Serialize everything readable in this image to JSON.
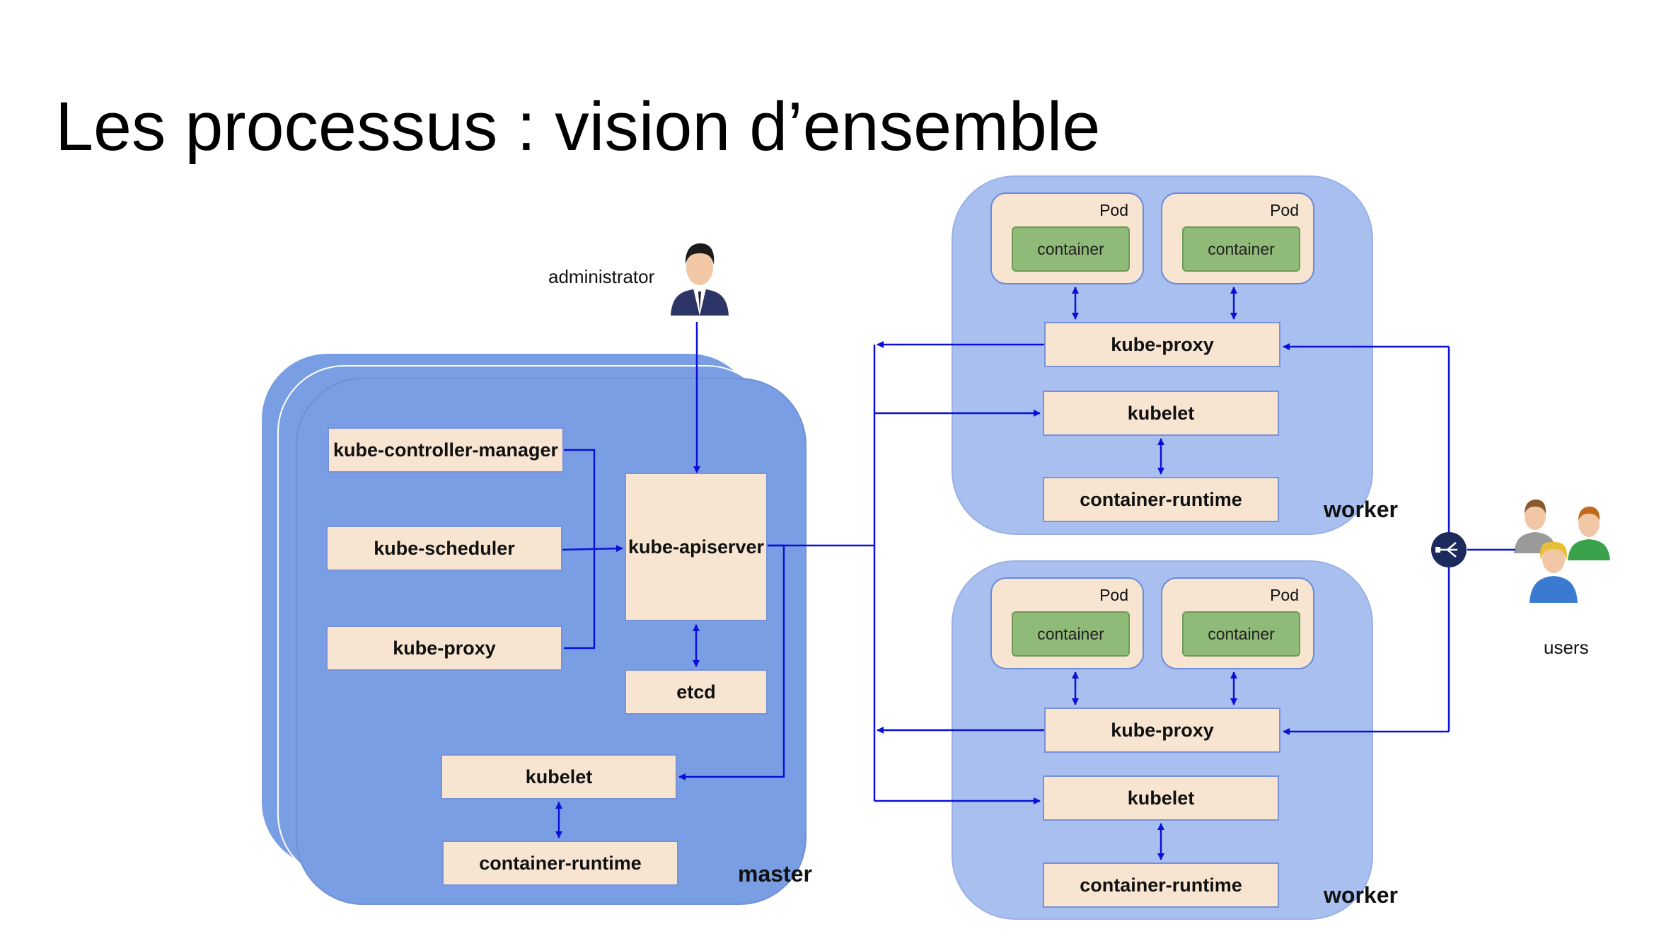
{
  "title": "Les processus : vision d’ensemble",
  "master": {
    "label": "master",
    "controller_manager": "kube-controller-manager",
    "scheduler": "kube-scheduler",
    "proxy": "kube-proxy",
    "apiserver": "kube-apiserver",
    "etcd": "etcd",
    "kubelet": "kubelet",
    "runtime": "container-runtime"
  },
  "workers": [
    {
      "label": "worker",
      "pods": [
        {
          "label": "Pod",
          "container": "container"
        },
        {
          "label": "Pod",
          "container": "container"
        }
      ],
      "proxy": "kube-proxy",
      "kubelet": "kubelet",
      "runtime": "container-runtime"
    },
    {
      "label": "worker",
      "pods": [
        {
          "label": "Pod",
          "container": "container"
        },
        {
          "label": "Pod",
          "container": "container"
        }
      ],
      "proxy": "kube-proxy",
      "kubelet": "kubelet",
      "runtime": "container-runtime"
    }
  ],
  "administrator": "administrator",
  "users": "users",
  "icons": {
    "administrator": "person-in-suit-icon",
    "users": "user-group-icon",
    "load_balancer": "load-balancer-icon"
  },
  "colors": {
    "arrow": "#0a10d8",
    "master_fill": "#7a9ee4",
    "worker_fill": "#a9bff0",
    "component_fill": "#f7e5d2",
    "container_fill": "#8fba78"
  }
}
